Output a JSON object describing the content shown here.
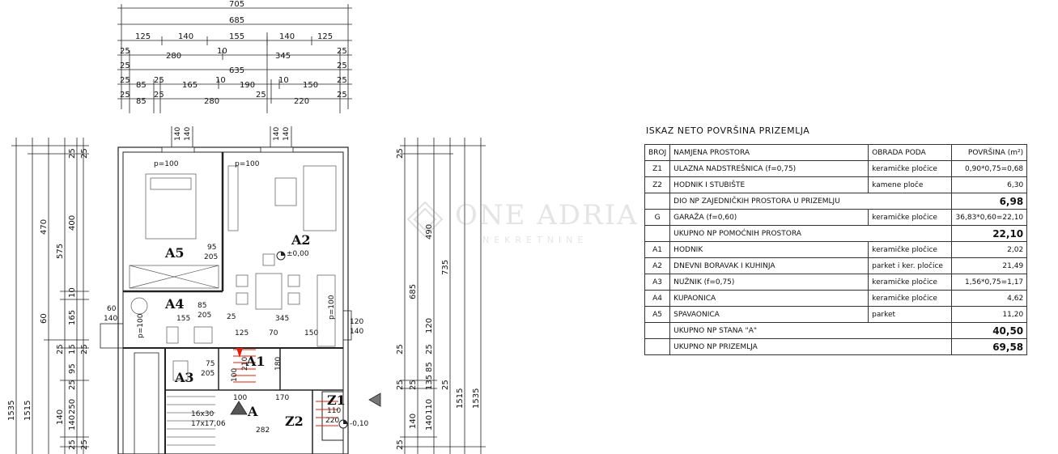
{
  "plan": {
    "dims_top": {
      "row1": [
        "705"
      ],
      "row2": [
        "685"
      ],
      "row3": [
        "125",
        "140",
        "155",
        "140",
        "125"
      ],
      "row4": [
        "25",
        "280",
        "10",
        "345",
        "25"
      ],
      "row5": [
        "25",
        "635",
        "25"
      ],
      "row6": [
        "25",
        "85",
        "25",
        "165",
        "10",
        "190",
        "10",
        "150",
        "25"
      ],
      "row7": [
        "25",
        "85",
        "25",
        "280",
        "25",
        "220",
        "25"
      ]
    },
    "dims_window": [
      "140",
      "140",
      "140",
      "140"
    ],
    "dims_left": {
      "col1": [
        "1535"
      ],
      "col2": [
        "1515"
      ],
      "col3": [
        "470",
        "60"
      ],
      "col4": [
        "575",
        "25",
        "140"
      ],
      "col5": [
        "25",
        "400",
        "10",
        "165",
        "15",
        "95",
        "25",
        "250",
        "140",
        "25"
      ],
      "col6": [
        "25",
        "25",
        "25"
      ]
    },
    "dims_right": {
      "col1": [
        "25",
        "25",
        "25",
        "25"
      ],
      "col2": [
        "685",
        "25",
        "140"
      ],
      "col3": [
        "490",
        "120",
        "25",
        "85",
        "135",
        "110",
        "140"
      ],
      "col4": [
        "735",
        "25"
      ],
      "col5": [
        "1515"
      ],
      "col6": [
        "1535"
      ]
    },
    "interior": {
      "p_a5": "p=100",
      "p_a2": "p=100",
      "p_side": "p=100",
      "p_a3": "p=100",
      "d_95_205": [
        "95",
        "205"
      ],
      "d_85_205": [
        "85",
        "205"
      ],
      "d_155": "155",
      "d_25": "25",
      "d_345": "345",
      "d_125": "125",
      "d_70": "70",
      "d_150": "150",
      "d_120": "120",
      "d_140": "140",
      "d_60": "60",
      "d_140b": "140",
      "d_75_205": [
        "75",
        "205"
      ],
      "d_100": "100",
      "d_210": "210",
      "d_100b": "100",
      "d_170": "170",
      "d_180": "180",
      "d_110_220": [
        "110",
        "220"
      ],
      "stairs": [
        "16x30",
        "17x17,06"
      ],
      "d_282": "282",
      "level_a2": "±0,00",
      "level_z1": "-0,10"
    },
    "rooms": {
      "a5": "A5",
      "a2": "A2",
      "a4": "A4",
      "a3": "A3",
      "a1": "A1",
      "a_mark": "A",
      "z1": "Z1",
      "z2": "Z2"
    }
  },
  "watermark": {
    "name": "ONE ADRIA",
    "subtitle": "NEKRETNINE"
  },
  "table": {
    "title": "ISKAZ NETO POVRŠINA PRIZEMLJA",
    "headers": [
      "BROJ",
      "NAMJENA PROSTORA",
      "OBRADA PODA",
      "POVRŠINA (m²)"
    ],
    "rows": [
      {
        "broj": "Z1",
        "namjena": "ULAZNA NADSTREŠNICA (f=0,75)",
        "obrada": "keramičke pločice",
        "povrsina": "0,90*0,75=0,68"
      },
      {
        "broj": "Z2",
        "namjena": "HODNIK I STUBIŠTE",
        "obrada": "kamene ploče",
        "povrsina": "6,30"
      },
      {
        "broj": "",
        "namjena": "DIO NP ZAJEDNIČKIH PROSTORA U PRIZEMLJU",
        "total": "6,98"
      },
      {
        "broj": "G",
        "namjena": "GARAŽA (f=0,60)",
        "obrada": "keramičke pločice",
        "povrsina": "36,83*0,60=22,10"
      },
      {
        "broj": "",
        "namjena": "UKUPNO NP POMOĆNIH PROSTORA",
        "total": "22,10"
      },
      {
        "broj": "A1",
        "namjena": "HODNIK",
        "obrada": "keramičke pločice",
        "povrsina": "2,02"
      },
      {
        "broj": "A2",
        "namjena": "DNEVNI BORAVAK I KUHINJA",
        "obrada": "parket i ker. pločice",
        "povrsina": "21,49"
      },
      {
        "broj": "A3",
        "namjena": "NUŽNIK (f=0,75)",
        "obrada": "keramičke pločice",
        "povrsina": "1,56*0,75=1,17"
      },
      {
        "broj": "A4",
        "namjena": "KUPAONICA",
        "obrada": "keramičke pločice",
        "povrsina": "4,62"
      },
      {
        "broj": "A5",
        "namjena": "SPAVAONICA",
        "obrada": "parket",
        "povrsina": "11,20"
      },
      {
        "broj": "",
        "namjena": "UKUPNO NP STANA \"A\"",
        "total": "40,50"
      },
      {
        "broj": "",
        "namjena": "UKUPNO NP PRIZEMLJA",
        "total": "69,58"
      }
    ]
  }
}
